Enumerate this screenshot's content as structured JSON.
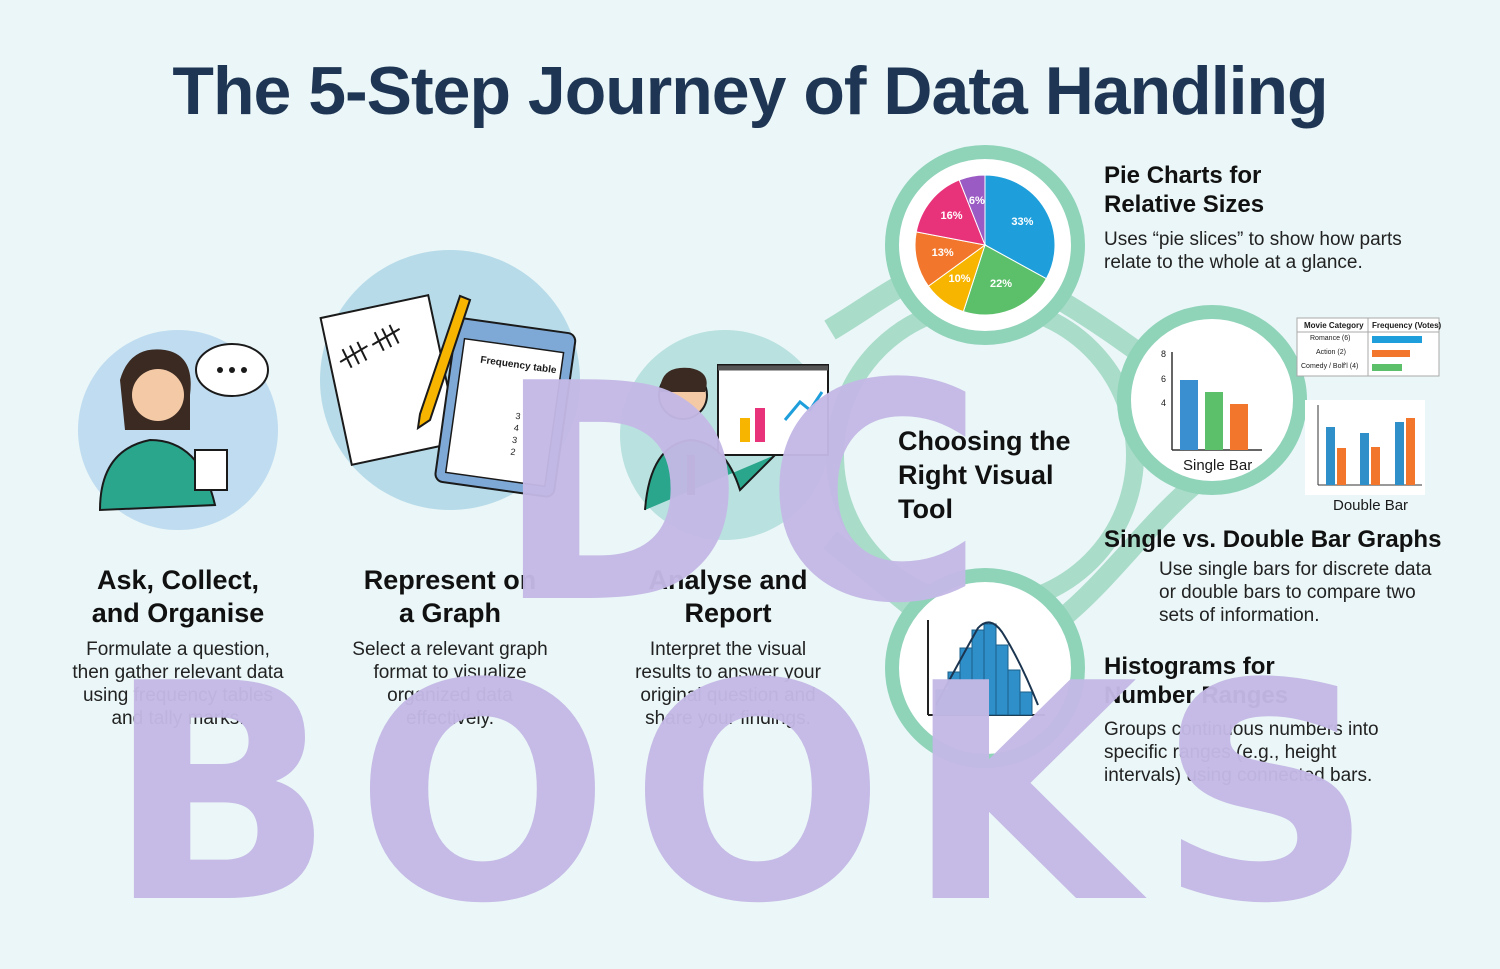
{
  "title": "The 5-Step Journey of Data Handling",
  "steps": [
    {
      "title_line1": "Ask, Collect,",
      "title_line2": "and Organise",
      "desc": [
        "Formulate a question,",
        "then gather relevant data",
        "using frequency tables",
        "and tally marks."
      ]
    },
    {
      "title_line1": "Represent on",
      "title_line2": "a Graph",
      "desc": [
        "Select a relevant graph",
        "format to visualize",
        "organized data",
        "effectively."
      ]
    },
    {
      "title_line1": "Analyse and",
      "title_line2": "Report",
      "desc": [
        "Interpret the visual",
        "results to answer your",
        "original question and",
        "share your findings."
      ]
    }
  ],
  "hub": {
    "line1": "Choosing the",
    "line2": "Right Visual Tool"
  },
  "pie_section": {
    "title_line1": "Pie Charts for",
    "title_line2": "Relative Sizes",
    "desc": [
      "Uses “pie slices” to show how parts",
      "relate to the whole at a glance."
    ]
  },
  "bar_section": {
    "title": "Single vs. Double Bar Graphs",
    "desc": [
      "Use single bars for discrete data",
      "or double bars to compare two",
      "sets of information."
    ]
  },
  "hist_section": {
    "title_line1": "Histograms for",
    "title_line2": "Number Ranges",
    "desc": [
      "Groups continuous numbers into",
      "specific ranges (e.g., height",
      "intervals) using connected bars."
    ]
  },
  "clipboard_label": "Frequency table",
  "clipboard_numbers": [
    "3",
    "4",
    "3",
    "2"
  ],
  "pie_labels": [
    "33%",
    "22%",
    "10%",
    "13%",
    "16%",
    "6%"
  ],
  "pie_values": [
    33,
    22,
    10,
    13,
    16,
    6
  ],
  "pie_colors": [
    "#1e9fdc",
    "#5cbf6a",
    "#f7b500",
    "#f2772c",
    "#e8337a",
    "#9b5bc4"
  ],
  "bar_card": {
    "single_label": "Single Bar",
    "double_label": "Double Bar",
    "ticks": [
      "8",
      "6",
      "4"
    ]
  },
  "mini_table": {
    "headers": [
      "Movie Category",
      "Frequency (Votes)"
    ],
    "rows": [
      "Romance (6)",
      "Action (2)",
      "Comedy / Bolf'l (4)"
    ]
  },
  "watermark": "DC BOOKS",
  "colors": {
    "title": "#1e3553",
    "connector": "#a9dcc9",
    "ring": "#8fd3b9"
  }
}
